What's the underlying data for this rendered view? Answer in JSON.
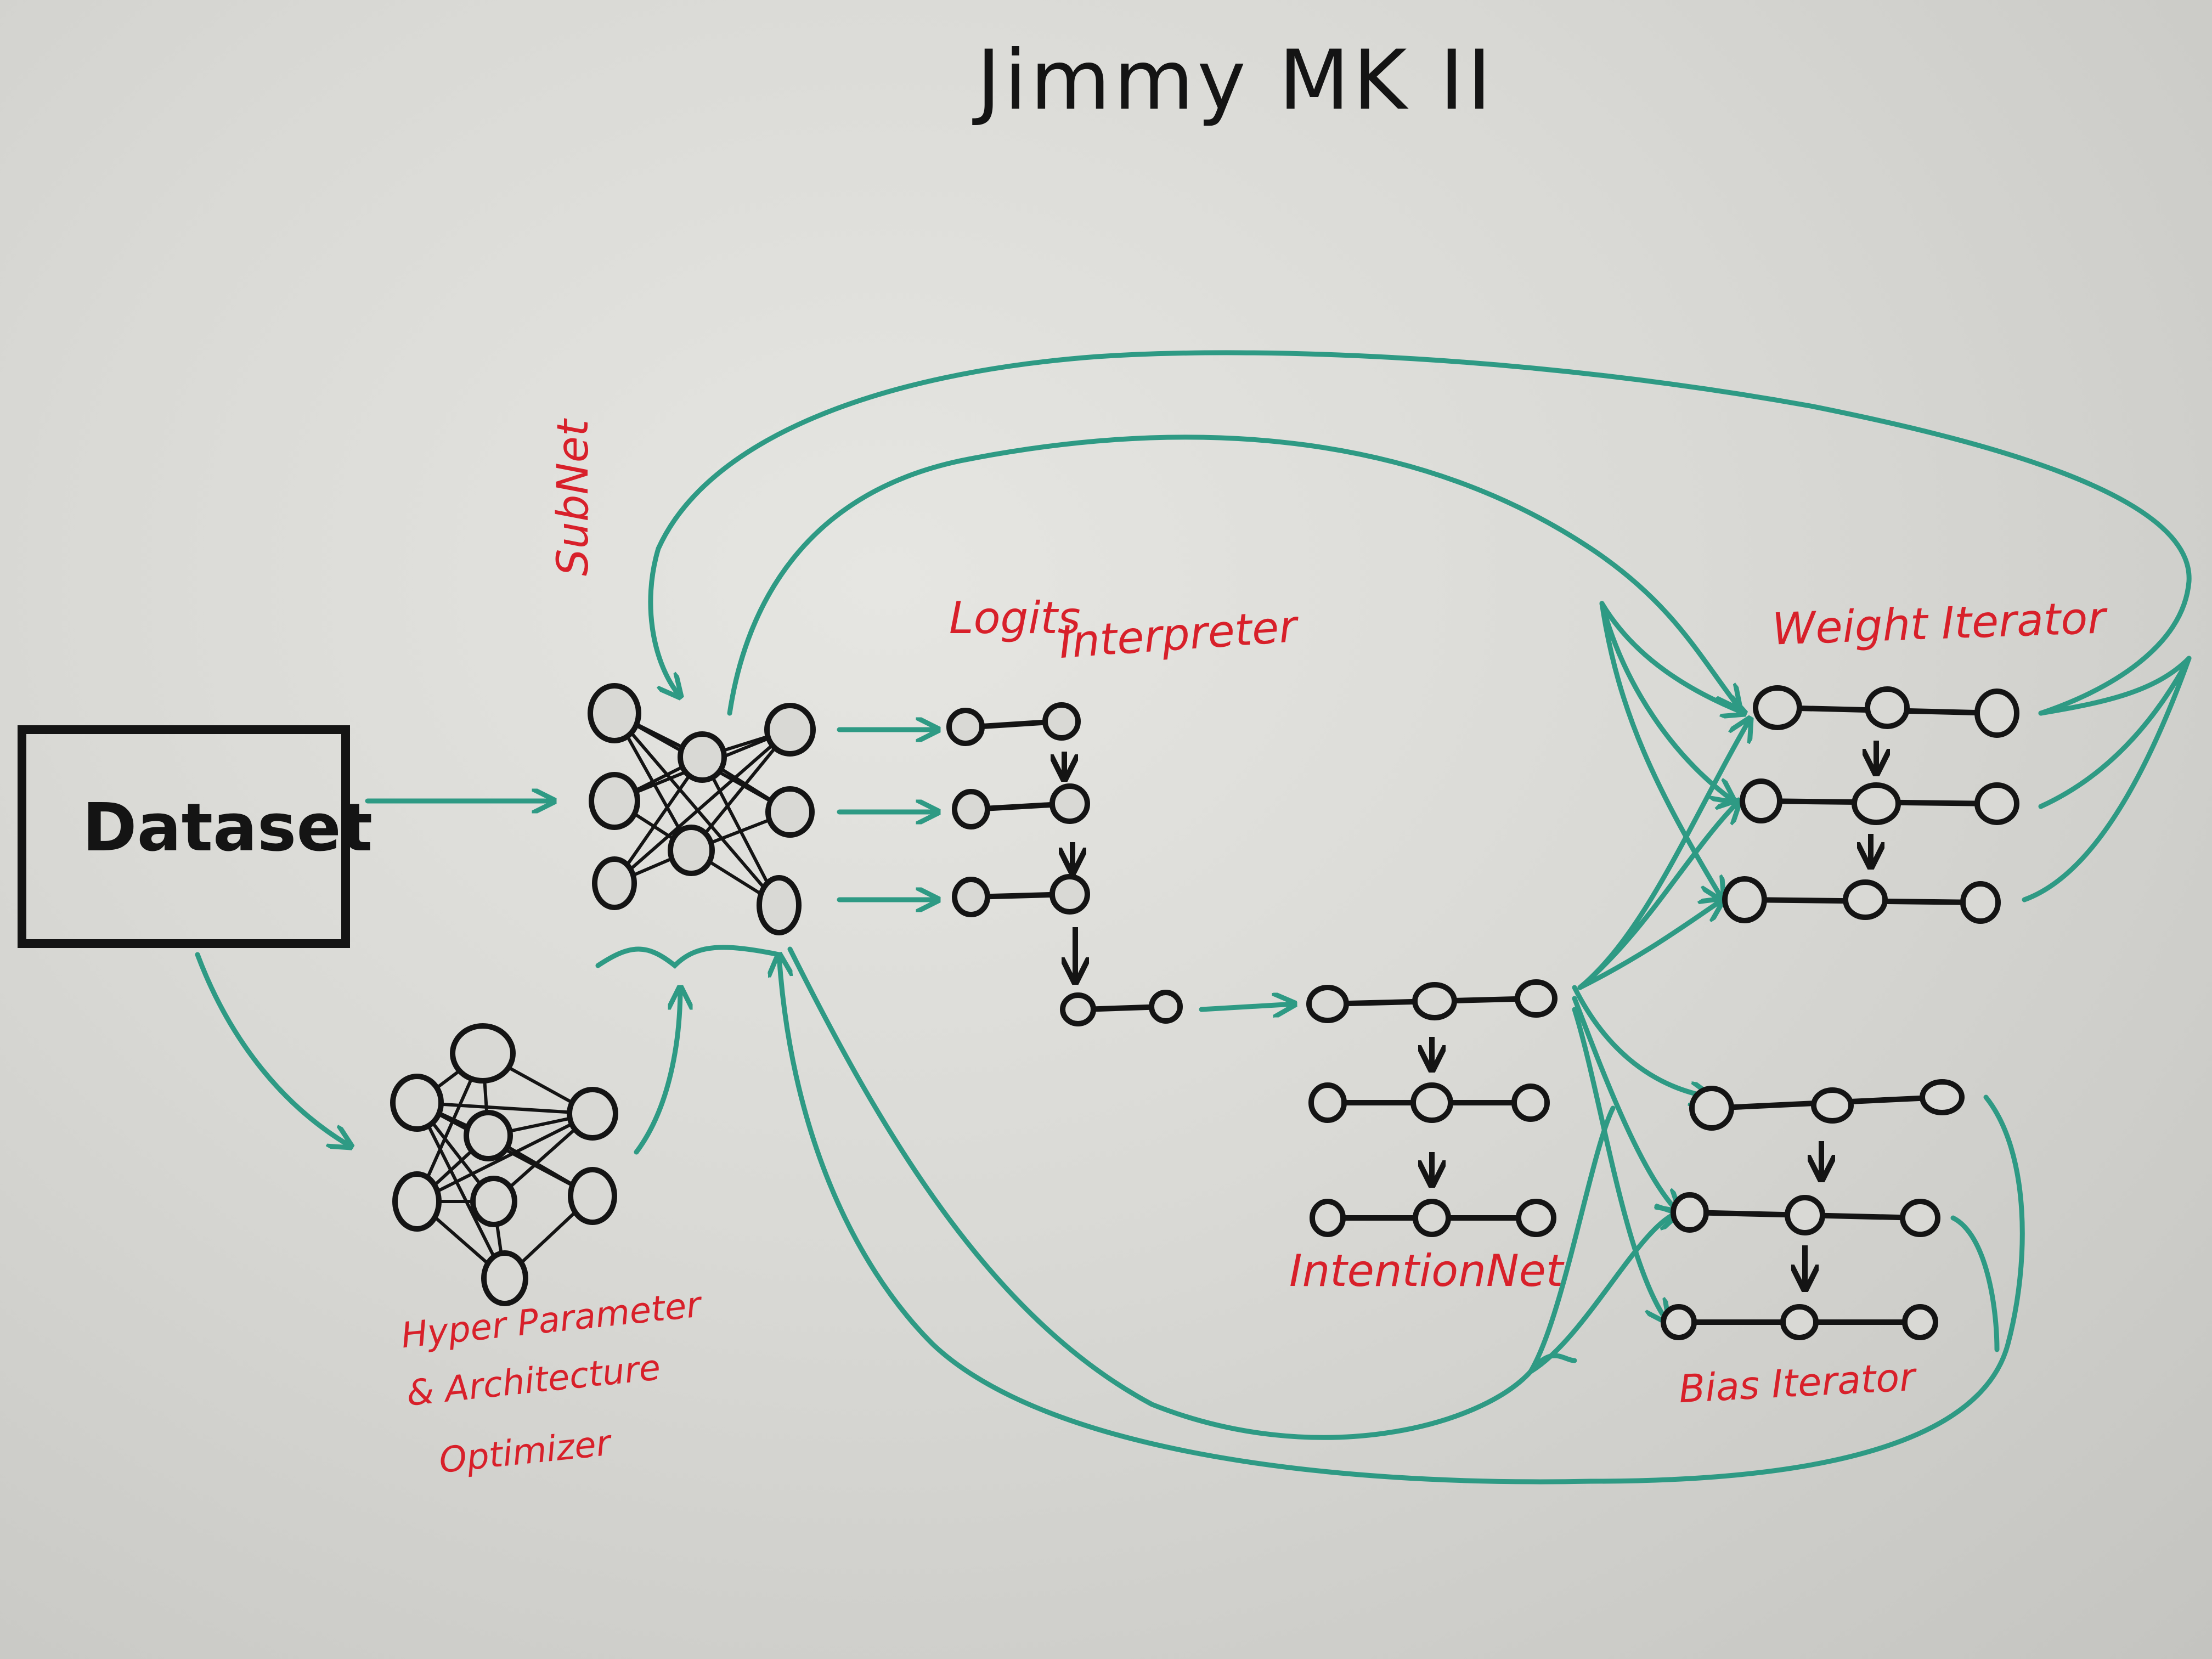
{
  "title": "Jimmy MK II",
  "dataset_label": "Dataset",
  "labels": {
    "subnet": "SubNet",
    "logits": "Logits",
    "interpreter": "Interpreter",
    "weight_iterator": "Weight Iterator",
    "intention_net": "IntentionNet",
    "bias_iterator": "Bias Iterator",
    "hyper_line1": "Hyper Parameter",
    "hyper_line2": "& Architecture",
    "hyper_line3": "Optimizer"
  },
  "colors": {
    "ink_black": "#141414",
    "ink_red": "#d8202a",
    "ink_teal": "#2e9a84"
  }
}
